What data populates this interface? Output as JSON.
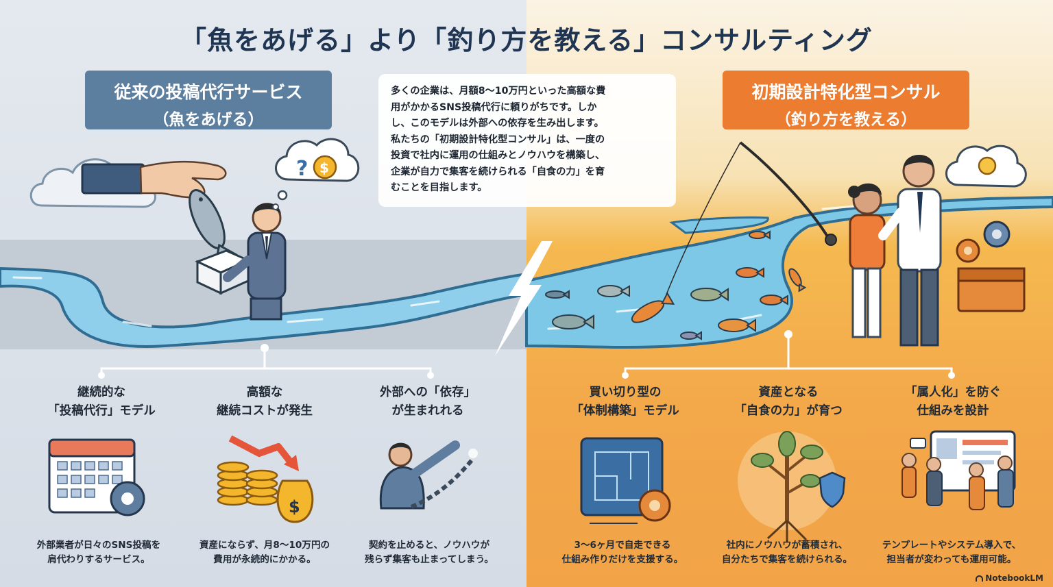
{
  "main_title": "「魚をあげる」より「釣り方を教える」コンサルティング",
  "left_label": {
    "line1": "従来の投稿代行サービス",
    "line2": "（魚をあげる）"
  },
  "right_label": {
    "line1": "初期設計特化型コンサル",
    "line2": "（釣り方を教える）"
  },
  "intro_lines": [
    "多くの企業は、月額8〜10万円といった高額な費",
    "用がかかるSNS投稿代行に頼りがちです。しか",
    "し、このモデルは外部への依存を生み出します。",
    "私たちの「初期設計特化型コンサル」は、一度の",
    "投資で社内に運用の仕組みとノウハウを構築し、",
    "企業が自力で集客を続けられる「自食の力」を育",
    "むことを目指します。"
  ],
  "left_columns": [
    {
      "title1": "継続的な",
      "title2": "「投稿代行」モデル",
      "desc1": "外部業者が日々のSNS投稿を",
      "desc2": "肩代わりするサービス。",
      "icon": "calendar-gear-icon"
    },
    {
      "title1": "高額な",
      "title2": "継続コストが発生",
      "desc1": "資産にならず、月8〜10万円の",
      "desc2": "費用が永続的にかかる。",
      "icon": "coins-down-arrow-icon"
    },
    {
      "title1": "外部への「依存」",
      "title2": "が生まれれる",
      "desc1": "契約を止めると、ノウハウが",
      "desc2": "残らず集客も止まってしまう。",
      "icon": "chained-person-icon"
    }
  ],
  "right_columns": [
    {
      "title1": "買い切り型の",
      "title2": "「体制構築」モデル",
      "desc1": "3〜6ヶ月で自走できる",
      "desc2": "仕組み作りだけを支援する。",
      "icon": "blueprint-gear-icon"
    },
    {
      "title1": "資産となる",
      "title2": "「自食の力」が育つ",
      "desc1": "社内にノウハウが蓄積され、",
      "desc2": "自分たちで集客を続けられる。",
      "icon": "growing-tree-icon"
    },
    {
      "title1": "「属人化」を防ぐ",
      "title2": "仕組みを設計",
      "desc1": "テンプレートやシステム導入で、",
      "desc2": "担当者が変わっても運用可能。",
      "icon": "team-dashboard-icon"
    }
  ],
  "thought_bubble_symbols": {
    "question": "?",
    "dollar": "$"
  },
  "money_bag_symbol": "$",
  "brand": "NotebookLM",
  "colors": {
    "title": "#1f3552",
    "left_label": "#5d7f9f",
    "right_label": "#ec7c2f",
    "river": "#8fd0ee"
  }
}
